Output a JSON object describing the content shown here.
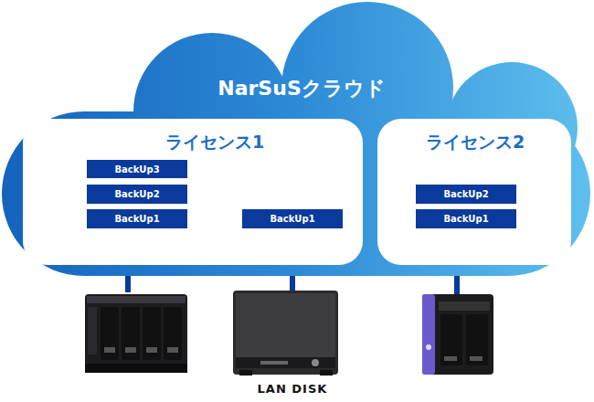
{
  "diagram": {
    "nodes": [
      {
        "text": [
          "NarSuSクラウド"
        ]
      },
      {
        "text": [
          "ライセンス1"
        ],
        "in": 0
      },
      {
        "text": [
          "BackUp3"
        ],
        "in": 1
      },
      {
        "text": [
          "BackUp2"
        ],
        "in": 1
      },
      {
        "text": [
          "BackUp1"
        ],
        "in": 1
      },
      {
        "text": [
          "BackUp1"
        ],
        "in": 1
      },
      {
        "text": [
          "ライセンス2"
        ],
        "in": 0
      },
      {
        "text": [
          "BackUp2"
        ],
        "in": 6
      },
      {
        "text": [
          "BackUp1"
        ],
        "in": 6
      }
    ],
    "labels": [
      "LAN DISK"
    ]
  }
}
